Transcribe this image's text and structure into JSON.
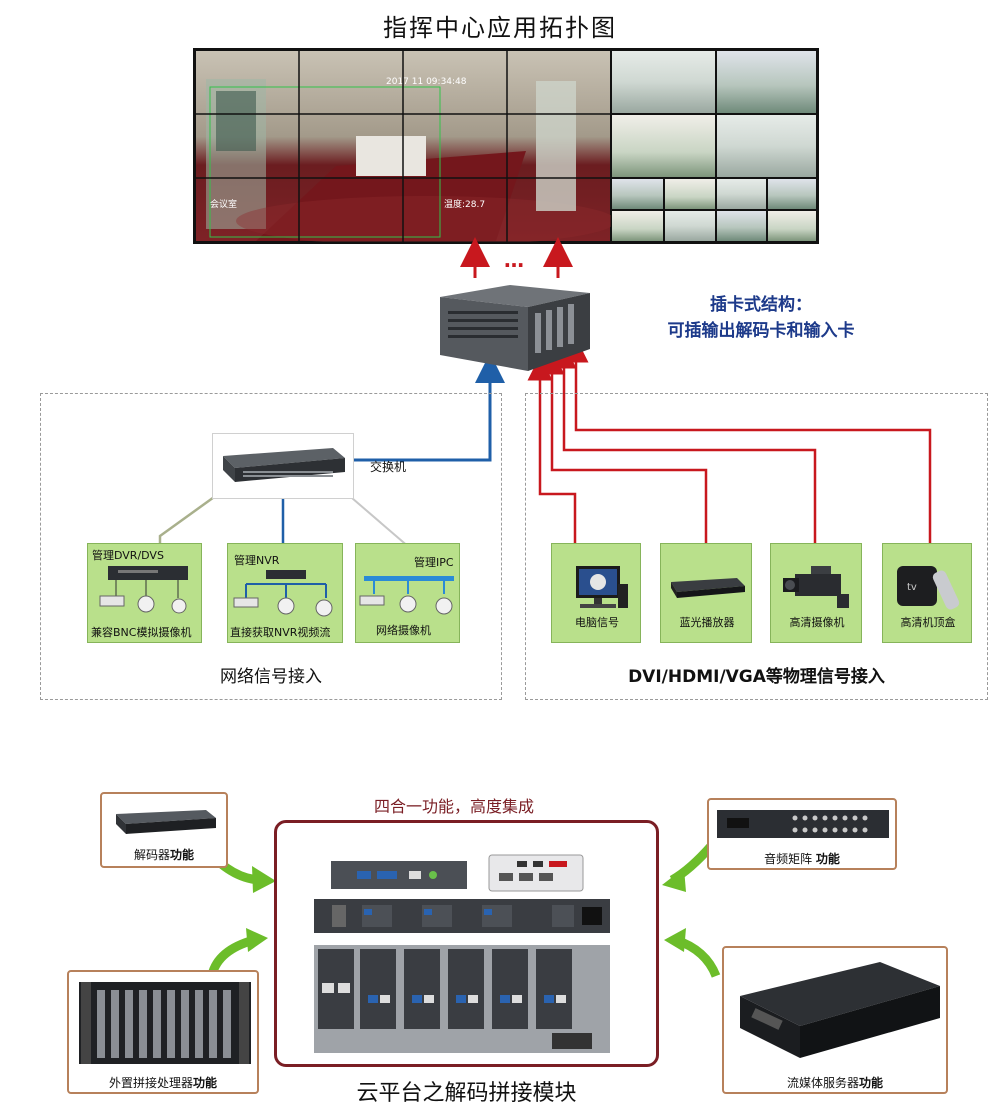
{
  "top_title": "指挥中心应用拓扑图",
  "videowall": {
    "timestamp": "2017  11  09:34:48",
    "room_label": "会议室",
    "temp_label": "温度:28.7",
    "dots": "…"
  },
  "chassis_note": {
    "line1": "插卡式结构：",
    "line2": "可插输出解码卡和输入卡"
  },
  "switch_label": "交换机",
  "network": {
    "section_label": "网络信号接入",
    "boxes": [
      {
        "top": "管理DVR/DVS",
        "bottom": "兼容BNC模拟摄像机"
      },
      {
        "top": "管理NVR",
        "bottom": "直接获取NVR视频流"
      },
      {
        "top": "管理IPC",
        "bottom": "网络摄像机"
      }
    ]
  },
  "physical": {
    "section_label": "DVI/HDMI/VGA等物理信号接入",
    "boxes": [
      {
        "label": "电脑信号"
      },
      {
        "label": "蓝光播放器"
      },
      {
        "label": "高清摄像机"
      },
      {
        "label": "高清机顶盒"
      }
    ]
  },
  "bottom": {
    "header": "四合一功能，高度集成",
    "caption": "云平台之解码拼接模块",
    "decoder": {
      "main": "解码器",
      "bold": "功能"
    },
    "audio": {
      "main": "音频矩阵 ",
      "bold": "功能"
    },
    "splicer": {
      "main": "外置拼接处理器",
      "bold": "功能"
    },
    "streaming": {
      "main": "流媒体服务器",
      "bold": "功能"
    }
  }
}
